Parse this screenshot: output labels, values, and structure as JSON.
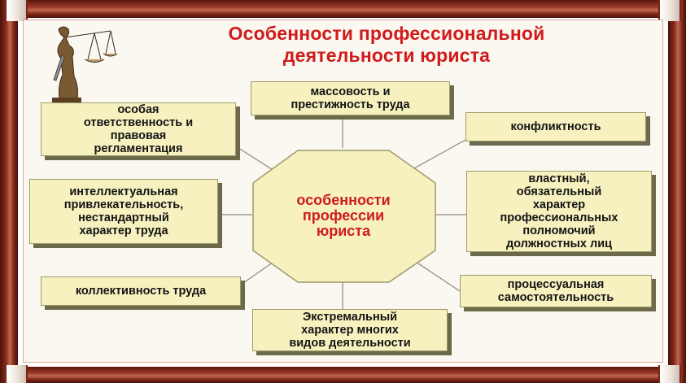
{
  "title": {
    "line1": "Особенности профессиональной",
    "line2": "деятельности юриста"
  },
  "center": "особенности\nпрофессии\nюриста",
  "boxes": {
    "top": "массовость и\nпрестижность труда",
    "left_top": "особая\nответственность и\nправовая\nрегламентация",
    "right_top": "конфликтность",
    "left_mid": "интеллектуальная\nпривлекательность,\nнестандартный\nхарактер труда",
    "right_mid": "властный,\nобязательный\nхарактер\nпрофессиональных\nполномочий\nдолжностных лиц",
    "left_bottom": "коллективность труда",
    "right_bottom": "процессуальная\nсамостоятельность",
    "bottom": "Экстремальный\nхарактер многих\nвидов деятельности"
  },
  "colors": {
    "title": "#d01b1b",
    "box_fill": "#f6f1bf",
    "octagon_fill": "#f6f1bf",
    "frame": "#8a2c1c"
  },
  "icons": {
    "decor": "themis-statue-icon"
  }
}
